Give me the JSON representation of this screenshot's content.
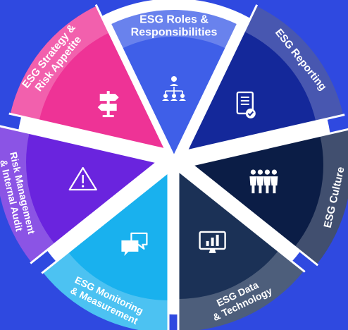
{
  "colors": {
    "background": "#2f49e0",
    "ring": "#ffffff",
    "roles": "#3f5fe8",
    "reporting": "#14289a",
    "culture": "#0b1d46",
    "data": "#1b3156",
    "monitoring": "#19b1ee",
    "risk": "#6a24de",
    "strategy": "#ee3396"
  },
  "segments": [
    {
      "id": "roles",
      "lines": [
        "ESG Roles &",
        "Responsibilities"
      ],
      "icon": "org-chart-icon"
    },
    {
      "id": "reporting",
      "lines": [
        "ESG Reporting"
      ],
      "icon": "report-document-icon"
    },
    {
      "id": "culture",
      "lines": [
        "ESG Culture"
      ],
      "icon": "people-group-icon"
    },
    {
      "id": "data",
      "lines": [
        "ESG Data",
        "& Technology"
      ],
      "icon": "monitor-chart-icon"
    },
    {
      "id": "monitoring",
      "lines": [
        "ESG Monitoring",
        "& Measurement"
      ],
      "icon": "chat-bubbles-icon"
    },
    {
      "id": "risk",
      "lines": [
        "Risk Management",
        "& Internal Audit"
      ],
      "icon": "warning-triangle-icon"
    },
    {
      "id": "strategy",
      "lines": [
        "ESG Strategy &",
        "Risk Appetite"
      ],
      "icon": "signpost-icon"
    }
  ]
}
